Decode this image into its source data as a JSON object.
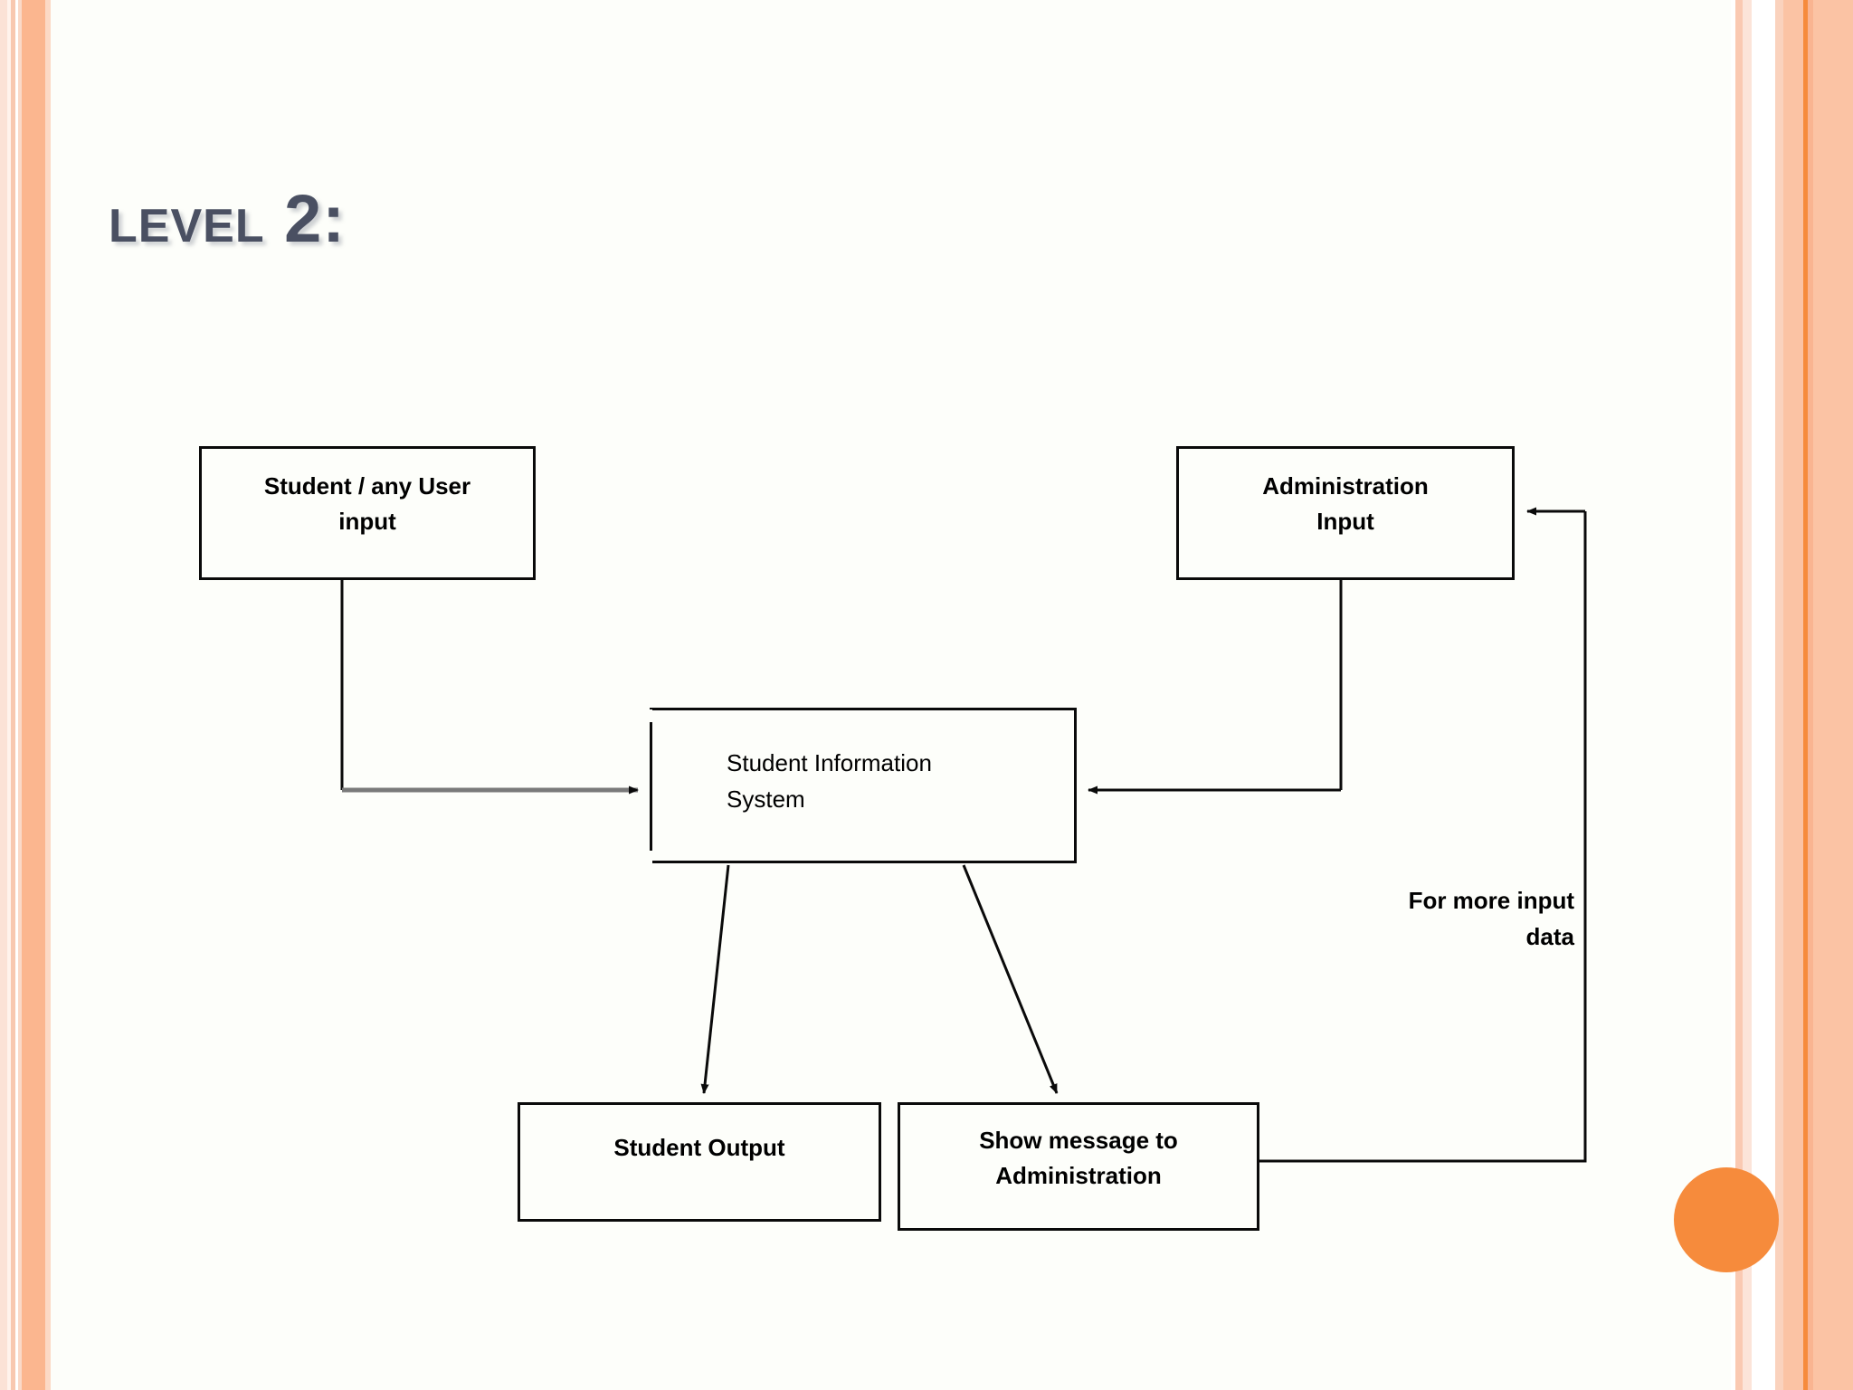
{
  "slide": {
    "title": "Level 2:",
    "background_color": "#FDFEFA",
    "accent_color": "#F68B3C",
    "title_color": "#4A5062",
    "stripe_colors": [
      "#FBE2D6",
      "#F8C8B0",
      "#FBB68F",
      "#FBC3A4",
      "#F68B3C"
    ]
  },
  "diagram": {
    "type": "dataflow",
    "nodes": [
      {
        "id": "user-input",
        "label": "Student / any User\ninput"
      },
      {
        "id": "admin-input",
        "label": "Administration\nInput"
      },
      {
        "id": "sis",
        "label": "Student Information\nSystem"
      },
      {
        "id": "student-output",
        "label": "Student Output"
      },
      {
        "id": "show-message",
        "label": "Show message to\nAdministration"
      }
    ],
    "edge_labels": [
      {
        "id": "more-input-data",
        "label": "For more input\ndata"
      }
    ],
    "edges": [
      {
        "from": "user-input",
        "to": "sis",
        "style": "orthogonal",
        "arrow": true
      },
      {
        "from": "admin-input",
        "to": "sis",
        "style": "orthogonal",
        "arrow": true
      },
      {
        "from": "sis",
        "to": "student-output",
        "style": "diagonal",
        "arrow": true
      },
      {
        "from": "sis",
        "to": "show-message",
        "style": "diagonal",
        "arrow": true
      },
      {
        "from": "show-message",
        "to": "admin-input",
        "style": "orthogonal",
        "arrow": true,
        "label": "For more input data"
      }
    ]
  }
}
